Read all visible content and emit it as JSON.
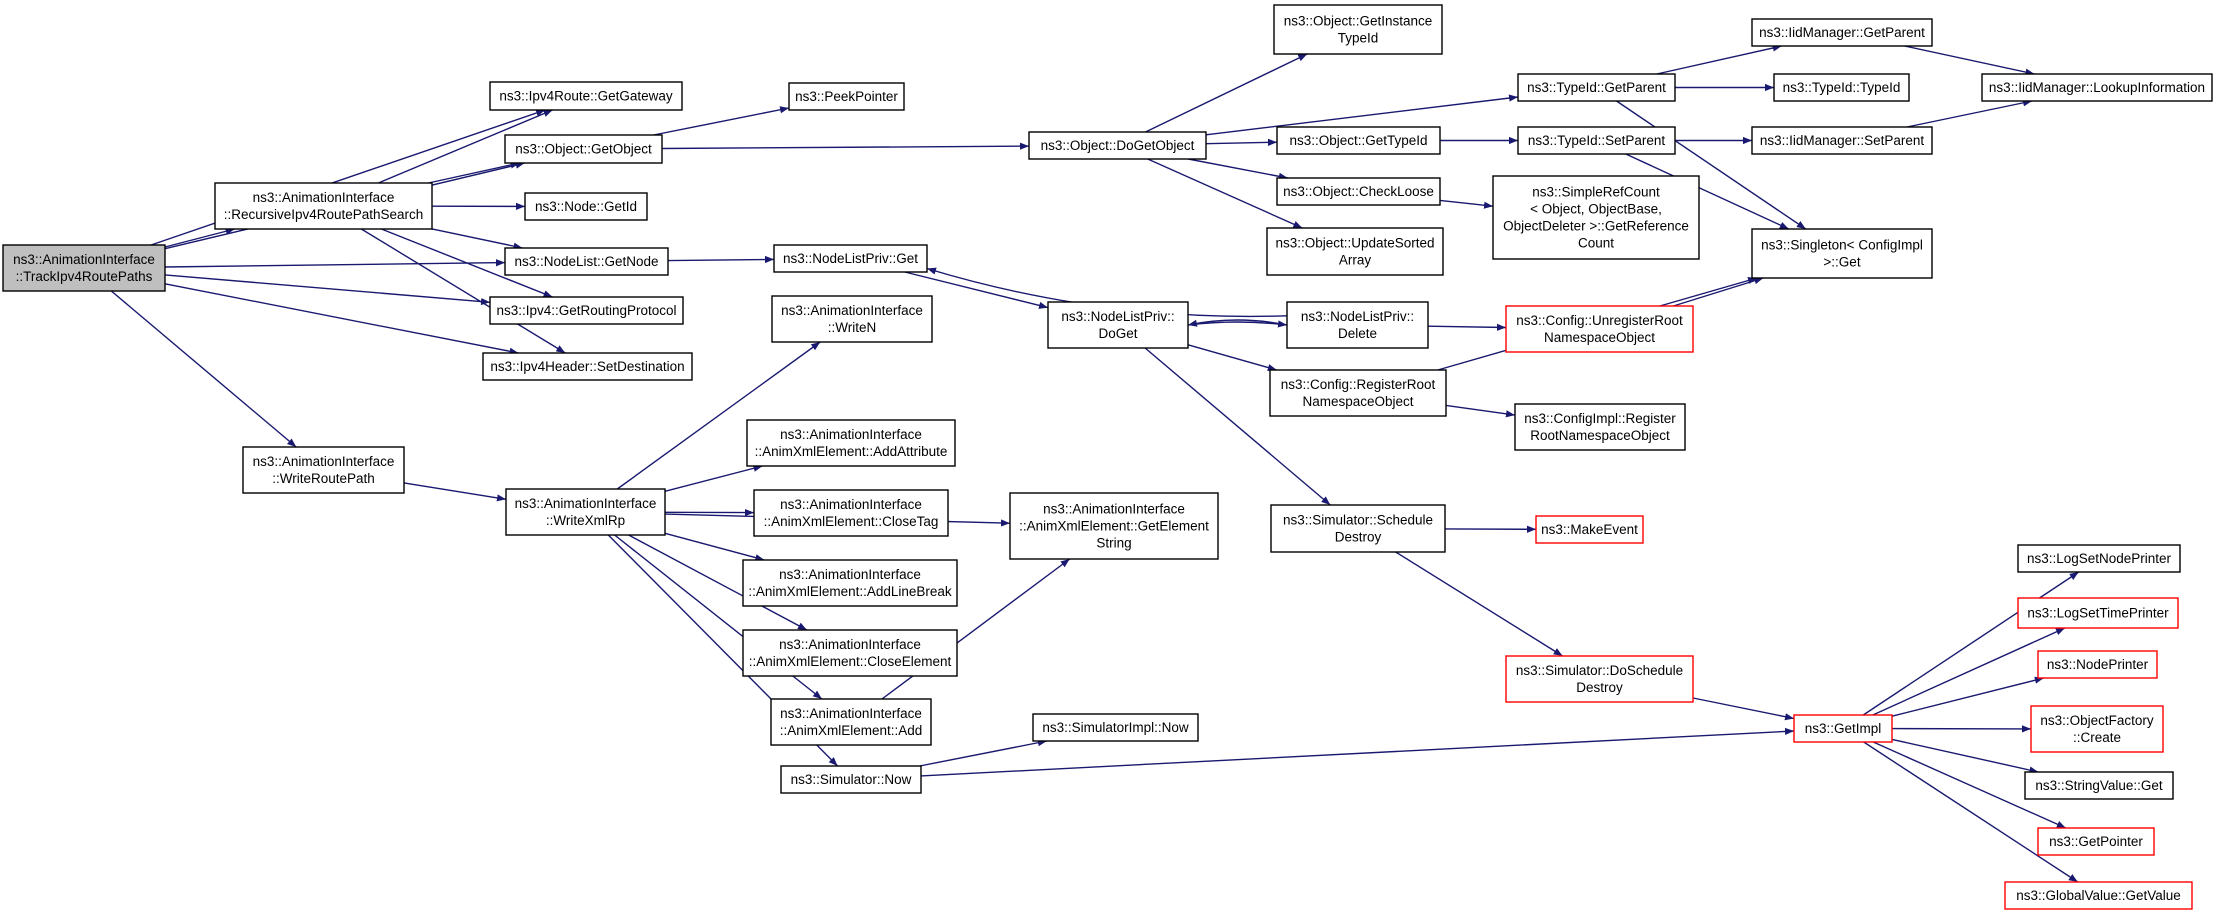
{
  "diagram": {
    "type": "call-graph",
    "edge_color": "#191970",
    "root_fill": "#bfbfbf",
    "external_border": "#ff0000",
    "nodes": [
      {
        "id": "n0",
        "lines": [
          "ns3::AnimationInterface",
          "::TrackIpv4RoutePaths"
        ],
        "style": "root"
      },
      {
        "id": "n1",
        "lines": [
          "ns3::Ipv4Route::GetGateway"
        ]
      },
      {
        "id": "n2",
        "lines": [
          "ns3::Object::GetObject"
        ]
      },
      {
        "id": "n3",
        "lines": [
          "ns3::PeekPointer"
        ]
      },
      {
        "id": "n4",
        "lines": [
          "ns3::AnimationInterface",
          "::RecursiveIpv4RoutePathSearch"
        ]
      },
      {
        "id": "n5",
        "lines": [
          "ns3::Node::GetId"
        ]
      },
      {
        "id": "n6",
        "lines": [
          "ns3::NodeList::GetNode"
        ]
      },
      {
        "id": "n7",
        "lines": [
          "ns3::Ipv4::GetRoutingProtocol"
        ]
      },
      {
        "id": "n8",
        "lines": [
          "ns3::Ipv4Header::SetDestination"
        ]
      },
      {
        "id": "n9",
        "lines": [
          "ns3::AnimationInterface",
          "::WriteRoutePath"
        ]
      },
      {
        "id": "n10",
        "lines": [
          "ns3::AnimationInterface",
          "::WriteXmlRp"
        ]
      },
      {
        "id": "n11",
        "lines": [
          "ns3::AnimationInterface",
          "::WriteN"
        ]
      },
      {
        "id": "n12",
        "lines": [
          "ns3::AnimationInterface",
          "::AnimXmlElement::AddAttribute"
        ]
      },
      {
        "id": "n13",
        "lines": [
          "ns3::AnimationInterface",
          "::AnimXmlElement::CloseTag"
        ]
      },
      {
        "id": "n14",
        "lines": [
          "ns3::AnimationInterface",
          "::AnimXmlElement::AddLineBreak"
        ]
      },
      {
        "id": "n15",
        "lines": [
          "ns3::AnimationInterface",
          "::AnimXmlElement::CloseElement"
        ]
      },
      {
        "id": "n16",
        "lines": [
          "ns3::AnimationInterface",
          "::AnimXmlElement::Add"
        ]
      },
      {
        "id": "n17",
        "lines": [
          "ns3::Simulator::Now"
        ]
      },
      {
        "id": "n18",
        "lines": [
          "ns3::AnimationInterface",
          "::AnimXmlElement::GetElement",
          "String"
        ]
      },
      {
        "id": "n19",
        "lines": [
          "ns3::SimulatorImpl::Now"
        ]
      },
      {
        "id": "n20",
        "lines": [
          "ns3::NodeListPriv::Get"
        ]
      },
      {
        "id": "n21",
        "lines": [
          "ns3::NodeListPriv::",
          "DoGet"
        ]
      },
      {
        "id": "n22",
        "lines": [
          "ns3::Object::DoGetObject"
        ]
      },
      {
        "id": "n23",
        "lines": [
          "ns3::Object::GetInstance",
          "TypeId"
        ]
      },
      {
        "id": "n24",
        "lines": [
          "ns3::Object::GetTypeId"
        ]
      },
      {
        "id": "n25",
        "lines": [
          "ns3::Object::CheckLoose"
        ]
      },
      {
        "id": "n26",
        "lines": [
          "ns3::Object::UpdateSorted",
          "Array"
        ]
      },
      {
        "id": "n27",
        "lines": [
          "ns3::NodeListPriv::",
          "Delete"
        ]
      },
      {
        "id": "n28",
        "lines": [
          "ns3::Config::RegisterRoot",
          "NamespaceObject"
        ]
      },
      {
        "id": "n29",
        "lines": [
          "ns3::Simulator::Schedule",
          "Destroy"
        ]
      },
      {
        "id": "n30",
        "lines": [
          "ns3::TypeId::GetParent"
        ]
      },
      {
        "id": "n31",
        "lines": [
          "ns3::TypeId::SetParent"
        ]
      },
      {
        "id": "n32",
        "lines": [
          "ns3::SimpleRefCount",
          "< Object, ObjectBase,",
          "ObjectDeleter >::GetReference",
          "Count"
        ]
      },
      {
        "id": "n33",
        "lines": [
          "ns3::Config::UnregisterRoot",
          "NamespaceObject"
        ],
        "style": "red"
      },
      {
        "id": "n34",
        "lines": [
          "ns3::ConfigImpl::Register",
          "RootNamespaceObject"
        ]
      },
      {
        "id": "n35",
        "lines": [
          "ns3::MakeEvent"
        ],
        "style": "red"
      },
      {
        "id": "n36",
        "lines": [
          "ns3::Simulator::DoSchedule",
          "Destroy"
        ],
        "style": "red"
      },
      {
        "id": "n37",
        "lines": [
          "ns3::IidManager::GetParent"
        ]
      },
      {
        "id": "n38",
        "lines": [
          "ns3::TypeId::TypeId"
        ]
      },
      {
        "id": "n39",
        "lines": [
          "ns3::IidManager::SetParent"
        ]
      },
      {
        "id": "n40",
        "lines": [
          "ns3::Singleton< ConfigImpl",
          ">::Get"
        ]
      },
      {
        "id": "n41",
        "lines": [
          "ns3::IidManager::LookupInformation"
        ]
      },
      {
        "id": "n42",
        "lines": [
          "ns3::GetImpl"
        ],
        "style": "red"
      },
      {
        "id": "n43",
        "lines": [
          "ns3::LogSetNodePrinter"
        ]
      },
      {
        "id": "n44",
        "lines": [
          "ns3::LogSetTimePrinter"
        ],
        "style": "red"
      },
      {
        "id": "n45",
        "lines": [
          "ns3::NodePrinter"
        ],
        "style": "red"
      },
      {
        "id": "n46",
        "lines": [
          "ns3::ObjectFactory",
          "::Create"
        ],
        "style": "red"
      },
      {
        "id": "n47",
        "lines": [
          "ns3::StringValue::Get"
        ]
      },
      {
        "id": "n48",
        "lines": [
          "ns3::GetPointer"
        ],
        "style": "red"
      },
      {
        "id": "n49",
        "lines": [
          "ns3::GlobalValue::GetValue"
        ],
        "style": "red"
      }
    ],
    "edges": [
      [
        "n0",
        "n1"
      ],
      [
        "n0",
        "n2"
      ],
      [
        "n0",
        "n4"
      ],
      [
        "n0",
        "n6"
      ],
      [
        "n0",
        "n7"
      ],
      [
        "n0",
        "n8"
      ],
      [
        "n0",
        "n9"
      ],
      [
        "n4",
        "n1"
      ],
      [
        "n4",
        "n2"
      ],
      [
        "n4",
        "n5"
      ],
      [
        "n4",
        "n6"
      ],
      [
        "n4",
        "n7"
      ],
      [
        "n4",
        "n8"
      ],
      [
        "n2",
        "n3"
      ],
      [
        "n2",
        "n22"
      ],
      [
        "n6",
        "n20"
      ],
      [
        "n20",
        "n21"
      ],
      [
        "n21",
        "n27"
      ],
      [
        "n27",
        "n21"
      ],
      [
        "n27",
        "n20"
      ],
      [
        "n21",
        "n28"
      ],
      [
        "n21",
        "n29"
      ],
      [
        "n9",
        "n10"
      ],
      [
        "n10",
        "n11"
      ],
      [
        "n10",
        "n12"
      ],
      [
        "n10",
        "n13"
      ],
      [
        "n10",
        "n14"
      ],
      [
        "n10",
        "n15"
      ],
      [
        "n10",
        "n16"
      ],
      [
        "n10",
        "n17"
      ],
      [
        "n10",
        "n18"
      ],
      [
        "n16",
        "n18"
      ],
      [
        "n17",
        "n19"
      ],
      [
        "n17",
        "n42"
      ],
      [
        "n22",
        "n23"
      ],
      [
        "n22",
        "n30"
      ],
      [
        "n22",
        "n24"
      ],
      [
        "n22",
        "n25"
      ],
      [
        "n22",
        "n26"
      ],
      [
        "n24",
        "n31"
      ],
      [
        "n25",
        "n32"
      ],
      [
        "n30",
        "n37"
      ],
      [
        "n30",
        "n38"
      ],
      [
        "n30",
        "n40"
      ],
      [
        "n31",
        "n39"
      ],
      [
        "n31",
        "n40"
      ],
      [
        "n37",
        "n41"
      ],
      [
        "n39",
        "n41"
      ],
      [
        "n27",
        "n33"
      ],
      [
        "n33",
        "n40"
      ],
      [
        "n28",
        "n40"
      ],
      [
        "n28",
        "n34"
      ],
      [
        "n29",
        "n35"
      ],
      [
        "n29",
        "n36"
      ],
      [
        "n36",
        "n42"
      ],
      [
        "n42",
        "n43"
      ],
      [
        "n42",
        "n44"
      ],
      [
        "n42",
        "n45"
      ],
      [
        "n42",
        "n46"
      ],
      [
        "n42",
        "n47"
      ],
      [
        "n42",
        "n48"
      ],
      [
        "n42",
        "n49"
      ]
    ]
  }
}
